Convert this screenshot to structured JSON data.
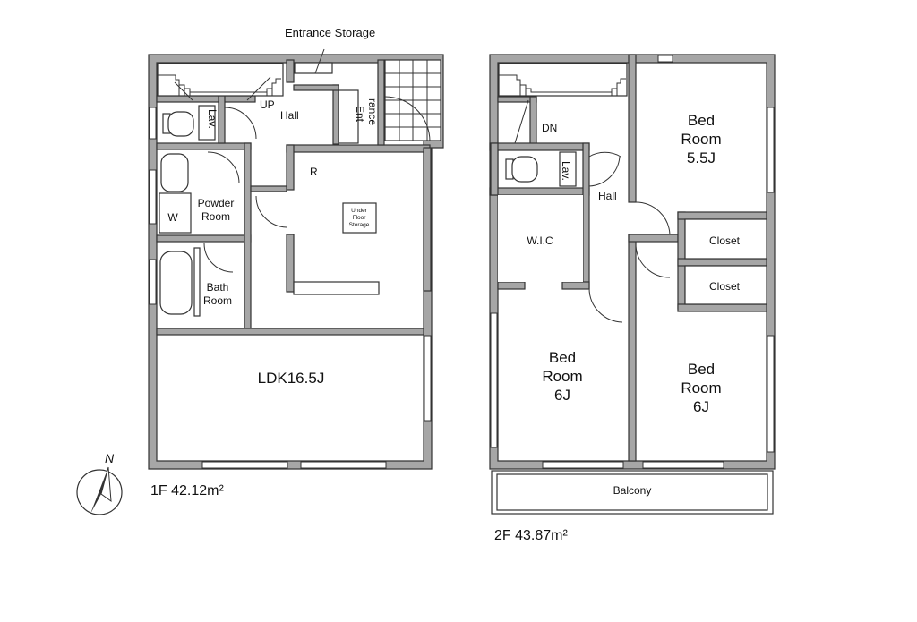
{
  "floor1": {
    "area_label": "1F 42.12m²",
    "rooms": {
      "entrance_storage": "Entrance Storage",
      "up": "UP",
      "hall": "Hall",
      "entrance_line1": "Ent",
      "entrance_line2": "rance",
      "lav": "Lav.",
      "powder_line1": "Powder",
      "powder_line2": "Room",
      "washer": "W",
      "bath_line1": "Bath",
      "bath_line2": "Room",
      "refrigerator": "R",
      "under_line1": "Under",
      "under_line2": "Floor",
      "under_line3": "Storage",
      "ldk": "LDK16.5J"
    }
  },
  "floor2": {
    "area_label": "2F 43.87m²",
    "rooms": {
      "dn": "DN",
      "lav": "Lav.",
      "hall": "Hall",
      "wic": "W.I.C",
      "bed1_line1": "Bed",
      "bed1_line2": "Room",
      "bed1_line3": "5.5J",
      "closet_a": "Closet",
      "closet_b": "Closet",
      "bed2_line1": "Bed",
      "bed2_line2": "Room",
      "bed2_line3": "6J",
      "bed3_line1": "Bed",
      "bed3_line2": "Room",
      "bed3_line3": "6J",
      "balcony": "Balcony"
    }
  },
  "compass": {
    "north_label": "N"
  }
}
